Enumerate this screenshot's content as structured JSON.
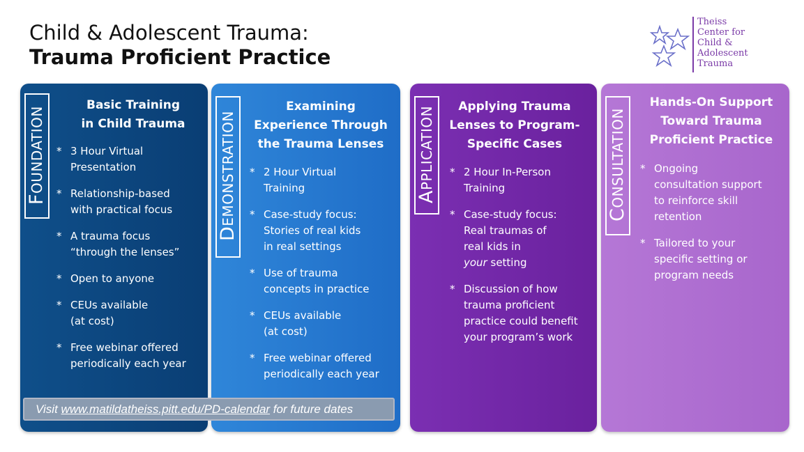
{
  "title": {
    "line1": "Child & Adolescent Trauma:",
    "line2": "Trauma Proficient Practice"
  },
  "logo": {
    "lines": [
      "Theiss",
      "Center for",
      "Child &",
      "Adolescent",
      "Trauma"
    ],
    "icon": "stars-icon",
    "color": "#7a3aa7"
  },
  "cards": [
    {
      "label_first": "F",
      "label_rest": "OUNDATION",
      "title": [
        "Basic Training",
        "in Child Trauma"
      ],
      "color": "#0f4f8a",
      "bullets": [
        [
          "3 Hour Virtual",
          "Presentation"
        ],
        [
          "Relationship-based",
          "with practical focus"
        ],
        [
          "A trauma focus",
          "“through the lenses”"
        ],
        [
          "Open to anyone"
        ],
        [
          "CEUs available",
          "(at cost)"
        ],
        [
          "Free webinar offered",
          "periodically each year"
        ]
      ]
    },
    {
      "label_first": "D",
      "label_rest": "EMONSTRATION",
      "title": [
        "Examining",
        "Experience Through",
        "the Trauma Lenses"
      ],
      "color": "#2f86d9",
      "bullets": [
        [
          "2 Hour Virtual",
          "Training"
        ],
        [
          "Case-study focus:",
          "Stories of real kids",
          "in real settings"
        ],
        [
          "Use of trauma",
          "concepts in practice"
        ],
        [
          "CEUs available",
          "(at cost)"
        ],
        [
          "Free webinar offered",
          "periodically each year"
        ]
      ]
    },
    {
      "label_first": "A",
      "label_rest": "PPLICATION",
      "title": [
        "Applying Trauma",
        "Lenses to Program-",
        "Specific Cases"
      ],
      "color": "#7b2fb2",
      "bullets": [
        [
          "2 Hour In-Person",
          "Training"
        ],
        [
          "Case-study focus:",
          "Real traumas of",
          "real kids in",
          "your setting"
        ],
        [
          "Discussion of how",
          "trauma proficient",
          "practice could benefit",
          "your program’s work"
        ]
      ]
    },
    {
      "label_first": "C",
      "label_rest": "ONSULTATION",
      "title": [
        "Hands-On Support",
        "Toward Trauma",
        "Proficient Practice"
      ],
      "color": "#b577d6",
      "bullets": [
        [
          "Ongoing",
          "consultation support",
          "to reinforce skill",
          "retention"
        ],
        [
          "Tailored to your",
          "specific setting or",
          "program needs"
        ]
      ]
    }
  ],
  "bullet_symbol": "*",
  "visit": {
    "prefix": "Visit ",
    "url": "www.matildatheiss.pitt.edu/PD-calendar",
    "suffix": " for future dates"
  }
}
